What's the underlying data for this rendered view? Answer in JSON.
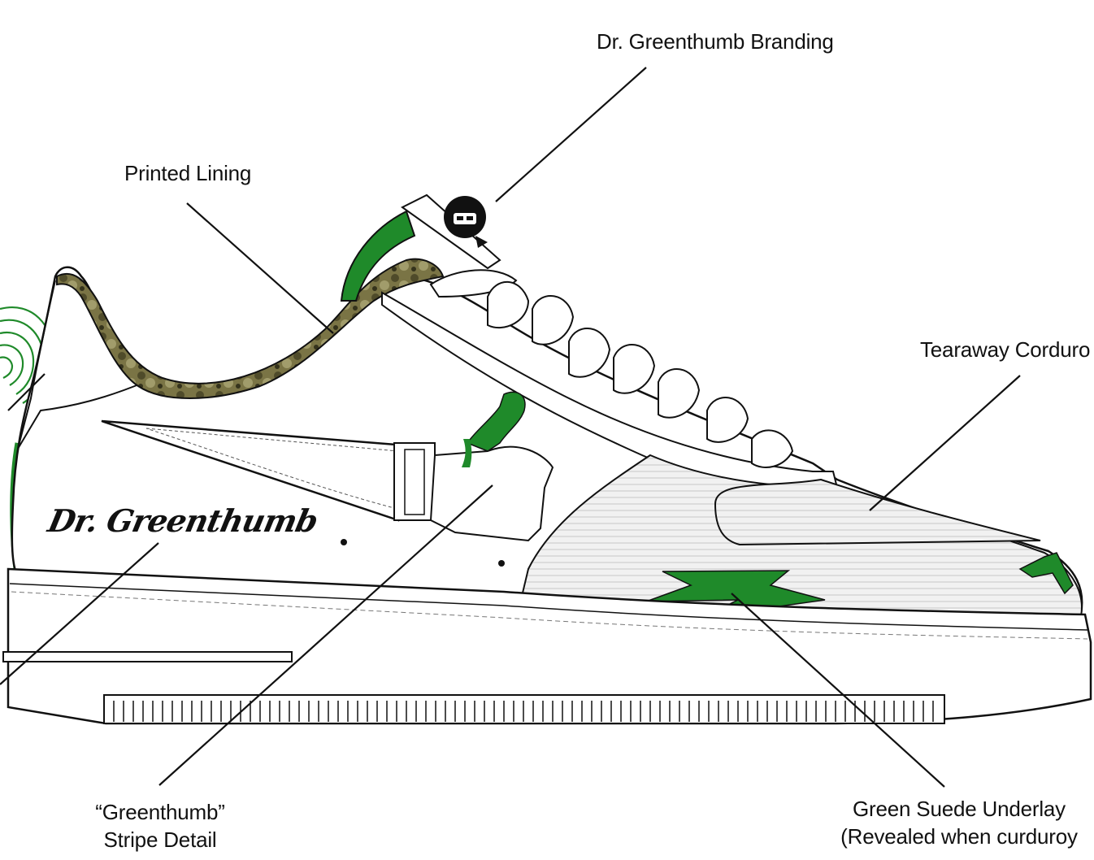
{
  "callouts": {
    "branding": "Dr. Greenthumb Branding",
    "lining": "Printed Lining",
    "tearaway": "Tearaway Corduro",
    "stripe_line1": "“Greenthumb”",
    "stripe_line2": "Stripe Detail",
    "suede_line1": "Green Suede Underlay",
    "suede_line2": "(Revealed when curduroy"
  },
  "shoe": {
    "script_logo": "Dr. Greenthumb"
  },
  "colors": {
    "accent_green": "#1f8a2a",
    "outline": "#111111",
    "corduroy": "#ececec",
    "lining_camo": "#6b6a3a",
    "background": "#ffffff"
  },
  "icons": [
    "fingerprint-icon",
    "thumbs-up-icon",
    "doctor-avatar-icon",
    "lightning-bolt-icon"
  ]
}
